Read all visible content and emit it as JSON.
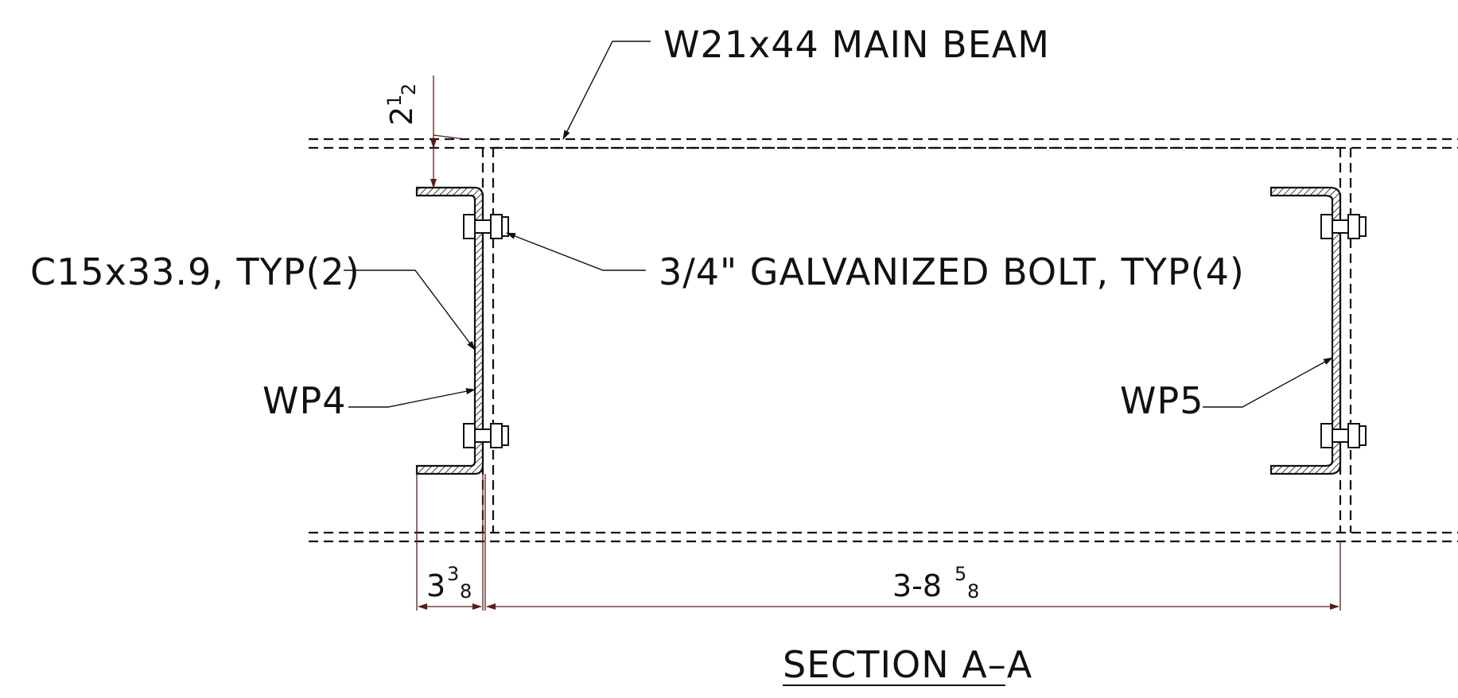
{
  "drawing": {
    "main_beam_label": "W21x44 MAIN BEAM",
    "channel_label": "C15x33.9, TYP(2)",
    "bolt_label": "3/4\" GALVANIZED BOLT, TYP(4)",
    "wp_left": "WP4",
    "wp_right": "WP5",
    "section_title": "SECTION A–A"
  },
  "dimensions": {
    "top_offset": {
      "whole": "2",
      "num": "1",
      "den": "2"
    },
    "channel_depth": {
      "whole": "3",
      "num": "3",
      "den": "8"
    },
    "wp_spacing": {
      "whole": "3-8",
      "num": "5",
      "den": "8"
    }
  },
  "colors": {
    "linework": "#111111",
    "dimension": "#5a1a1a"
  }
}
